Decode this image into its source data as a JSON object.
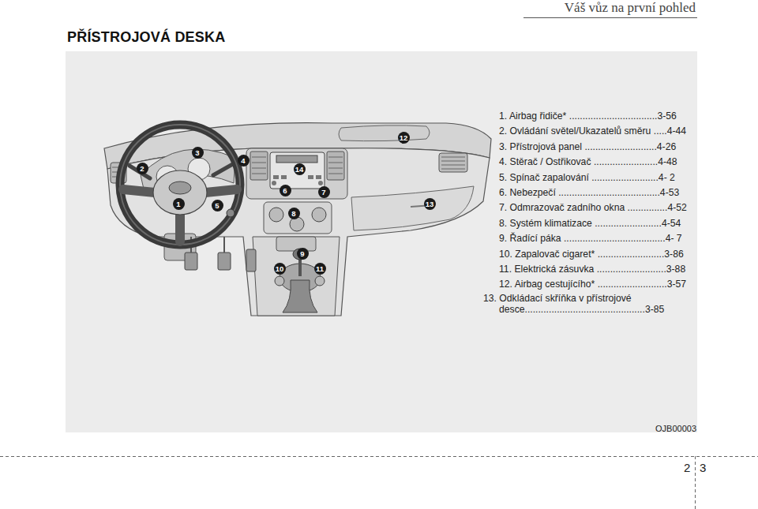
{
  "diagram": {
    "title": "PŘÍSTROJOVÁ DESKA",
    "labels": [
      "Váš vůz na první pohled",
      "1",
      "2",
      "3",
      "4",
      "5",
      "6",
      "7",
      "8",
      "9",
      "10",
      "11",
      "12",
      "13",
      "14",
      "1. Airbag řidiče* .................................3-56",
      "2. Ovládání světel/Ukazatelů směru .....4-44",
      "3. Přístrojová panel ...........................4-26",
      "4. Stěrač / Ostřikovač ........................4-48",
      "5. Spínač zapalování .........................4- 2",
      "6.  Nebezpečí ......................................4-53",
      "7. Odmrazovač zadního okna ...............4-52",
      "8. Systém klimatizace .........................4-54",
      "9. Řadící páka ......................................4- 7",
      "10. Zapalovač cigaret* .........................3-86",
      "11. Elektrická zásuvka ..........................3-88",
      "12. Airbag cestujícího* ..........................3-57",
      "13. Odkládací skříňka v přístrojové desce.............................................3-85",
      "OJB00003",
      "2",
      "3"
    ]
  }
}
